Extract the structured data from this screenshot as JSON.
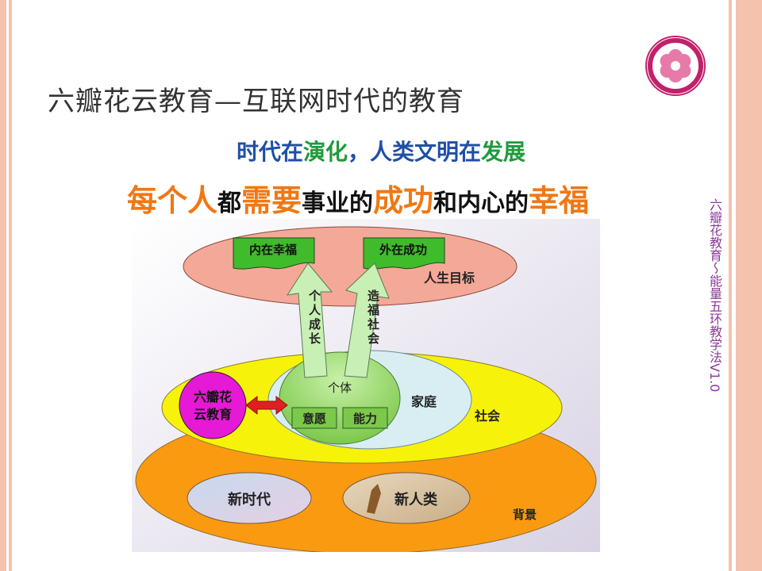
{
  "title": "六瓣花云教育—互联网时代的教育",
  "subtitle_line1": {
    "part1": "时代在",
    "part2": "演化",
    "part3": "，人类文明在",
    "part4": "发展"
  },
  "subtitle_line2": {
    "part1": "每个人",
    "part2": "都",
    "part3": "需要",
    "part4": "事业的",
    "part5": "成功",
    "part6": "和内心的",
    "part7": "幸福"
  },
  "side_text": "六瓣花教育～能量五环教学法V1.0",
  "colors": {
    "border": "#f5c2ae",
    "goal_ellipse": "#f4a898",
    "society_ellipse": "#f7f20a",
    "background_ellipse": "#fa9a10",
    "family_ellipse": "#d9eef2",
    "individual_circle": "#8fd65a",
    "education_circle": "#e619d6",
    "arrow_fill": "#c9f0b4",
    "flag_fill": "#3fbb2b",
    "connector_arrow": "#e02020",
    "logo_ring": "#c2206a"
  },
  "diagram": {
    "goal_label": "人生目标",
    "flag_left": "内在幸福",
    "flag_right": "外在成功",
    "arrow_left": "个人成长",
    "arrow_right": "造福社会",
    "individual_label": "个体",
    "box_will": "意愿",
    "box_ability": "能力",
    "family_label": "家庭",
    "society_label": "社会",
    "education_label_line1": "六瓣花",
    "education_label_line2": "云教育",
    "new_era": "新时代",
    "new_humanity": "新人类",
    "background_label": "背景"
  }
}
